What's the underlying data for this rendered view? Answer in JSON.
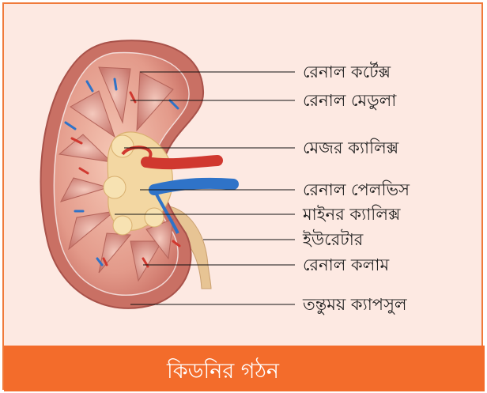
{
  "labels": {
    "renal_cortex": "রেনাল কর্টেক্স",
    "renal_medulla": "রেনাল মেডুলা",
    "major_calyx": "মেজর ক্যালিক্স",
    "renal_pelvis": "রেনাল পেলভিস",
    "minor_calyx": "মাইনর ক্যালিক্স",
    "ureter": "ইউরেটার",
    "renal_column": "রেনাল কলাম",
    "fibrous_capsule": "তন্তুময় ক্যাপসুল"
  },
  "caption": "কিডনির গঠন",
  "colors": {
    "frame_border": "#f07a3a",
    "panel_bg": "#fde9e2",
    "caption_bg": "#f36c2b",
    "artery": "#d0382f",
    "vein": "#2f73c8"
  }
}
